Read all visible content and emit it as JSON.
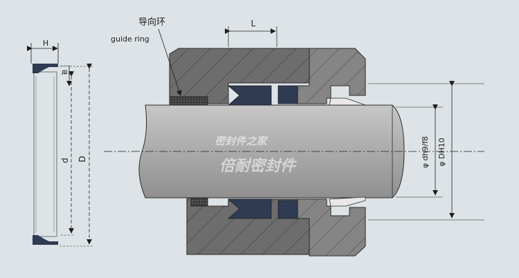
{
  "labels": {
    "guide_ring_cn": "导向环",
    "guide_ring_en": "guide ring",
    "H": "H",
    "B": "B",
    "d": "d",
    "D": "D",
    "L": "L",
    "dh": "φ dh9/f8",
    "DH": "φ DH10"
  },
  "watermark": {
    "line1": "密封件之家",
    "line2": "倍耐密封件"
  },
  "colors": {
    "background": "#dde3e6",
    "housing": "#6d6d6d",
    "housing_dark": "#575757",
    "gland": "#858585",
    "rod": "#a9a9a9",
    "seal": "#2f3b52",
    "guide_ring": "#3a3a3a",
    "line": "#1e1e1e"
  }
}
